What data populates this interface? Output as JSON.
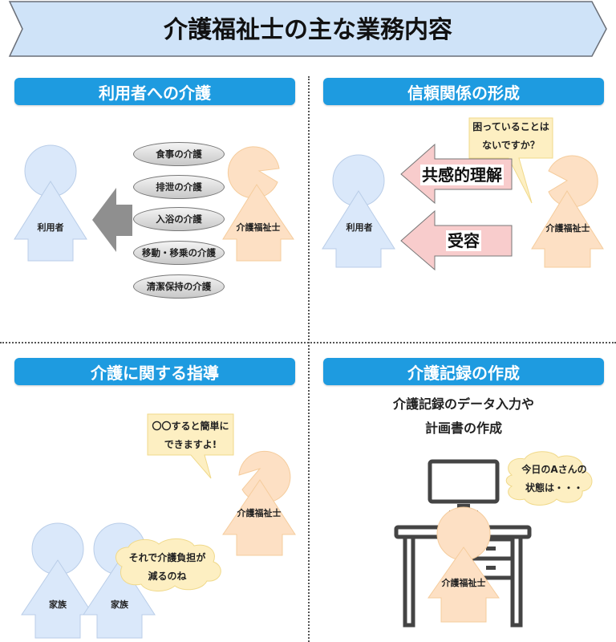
{
  "banner": {
    "title": "介護福祉士の主な業務内容"
  },
  "colors": {
    "header_blue": "#1e9be0",
    "user_fill": "#dae8fa",
    "caregiver_fill": "#fde0c4",
    "bubble_fill": "#fdefc2",
    "arrow_pink": "#f8cccc",
    "arrow_gray": "#8f8f8f"
  },
  "sections": {
    "care": {
      "title": "利用者への介護",
      "user_label": "利用者",
      "caregiver_label": "介護福祉士",
      "items": [
        "食事の介護",
        "排泄の介護",
        "入浴の介護",
        "移動・移乗の介護",
        "清潔保持の介護"
      ]
    },
    "trust": {
      "title": "信頼関係の形成",
      "user_label": "利用者",
      "caregiver_label": "介護福祉士",
      "speech_line1": "困っていることは",
      "speech_line2": "ないですか？",
      "arrow1": "共感的理解",
      "arrow2": "受容"
    },
    "guidance": {
      "title": "介護に関する指導",
      "caregiver_label": "介護福祉士",
      "speech_line1": "〇〇すると簡単に",
      "speech_line2": "できますよ!",
      "family1_label": "家族",
      "family2_label": "家族",
      "thought_line1": "それで介護負担が",
      "thought_line2": "減るのね"
    },
    "records": {
      "title": "介護記録の作成",
      "desc_line1": "介護記録のデータ入力や",
      "desc_line2": "計画書の作成",
      "caregiver_label": "介護福祉士",
      "thought_line1": "今日のAさんの",
      "thought_line2": "状態は・・・"
    }
  }
}
